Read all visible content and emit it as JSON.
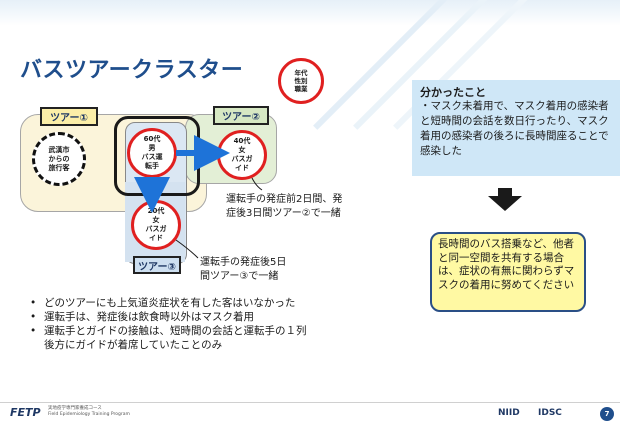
{
  "title": "バスツアークラスター",
  "legend_circle": "年代\n性別\n職業",
  "tours": {
    "tour1": "ツアー①",
    "tour2": "ツアー②",
    "tour3": "ツアー③"
  },
  "people": {
    "index_group": "武漢市\nからの\n旅行客",
    "driver": "60代\n男\nバス運\n転手",
    "guide40": "40代\n女\nバスガ\nイド",
    "guide20": "20代\n女\nバスガ\nイド"
  },
  "notes": {
    "tour2_note": "運転手の発症前2日間、発\n症後3日間ツアー②で一緒",
    "tour3_note": "運転手の発症後5日\n間ツアー③で一緒"
  },
  "bullets": [
    "どのツアーにも上気道炎症状を有した客はいなかった",
    "運転手は、発症後は飲食時以外はマスク着用",
    "運転手とガイドの接触は、短時間の会話と運転手の１列\n後方にガイドが着席していたことのみ"
  ],
  "findings": {
    "title": "分かったこと",
    "body": "・マスク未着用で、マスク着用の感染者と短時間の会話を数日行ったり、マスク着用の感染者の後ろに長時間座ることで感染した"
  },
  "recommendation": "長時間のバス搭乗など、他者と同一空間を共有する場合は、症状の有無に関わらずマスクの着用に努めてください",
  "footer": {
    "fetp": "FETP",
    "fetp_sub": "実地疫学専門家養成コース\nField Epidemiology Training Program",
    "niid": "NIID",
    "idsc": "IDSC",
    "page": "7"
  },
  "colors": {
    "title": "#1f4e8c",
    "circle_border": "#e02020",
    "arrow": "#1e73d8",
    "tour1_fill": "#fbf4da",
    "tour2_fill": "#e3efd6",
    "tour3_fill": "#dbe7f3",
    "findings_fill": "#cfe7f7",
    "recommendation_fill": "#fff9a3"
  }
}
